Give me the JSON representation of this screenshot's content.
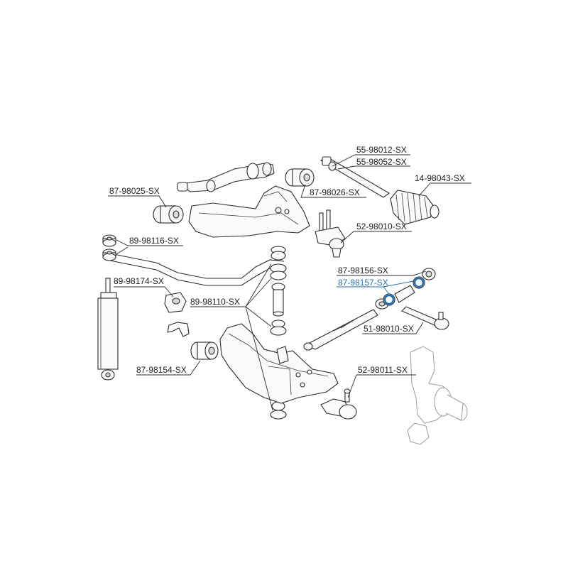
{
  "diagram": {
    "highlight_color": "#2a6fb0",
    "line_color": "#2b2b2b",
    "labels": {
      "p55_98012": "55-98012-SX",
      "p55_98052": "55-98052-SX",
      "p14_98043": "14-98043-SX",
      "p87_98025": "87-98025-SX",
      "p87_98026": "87-98026-SX",
      "p52_98010": "52-98010-SX",
      "p89_98116": "89-98116-SX",
      "p87_98156": "87-98156-SX",
      "p87_98157": "87-98157-SX",
      "p89_98174": "89-98174-SX",
      "p89_98110": "89-98110-SX",
      "p51_98010": "51-98010-SX",
      "p87_98154": "87-98154-SX",
      "p52_98011": "52-98011-SX"
    },
    "highlighted_part": "87-98157-SX"
  }
}
